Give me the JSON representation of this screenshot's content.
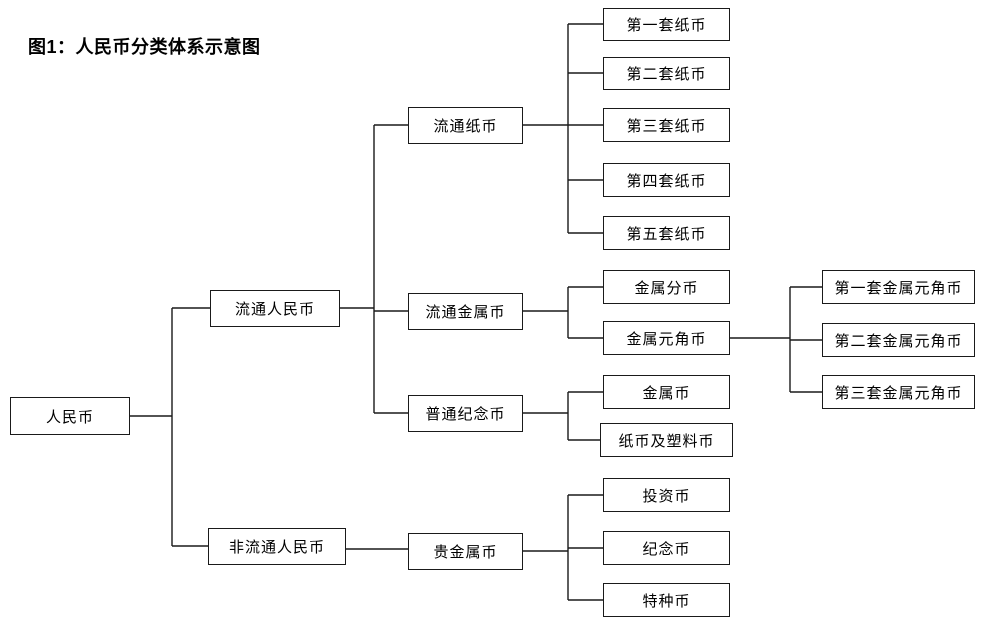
{
  "title": "图1：人民币分类体系示意图",
  "diagram": {
    "root": "人民币",
    "level2": {
      "circulating": "流通人民币",
      "non_circulating": "非流通人民币"
    },
    "level3": {
      "circulating_paper": "流通纸币",
      "circulating_metal": "流通金属币",
      "ordinary_commemorative": "普通纪念币",
      "precious_metal": "贵金属币"
    },
    "level4": {
      "paper_set_1": "第一套纸币",
      "paper_set_2": "第二套纸币",
      "paper_set_3": "第三套纸币",
      "paper_set_4": "第四套纸币",
      "paper_set_5": "第五套纸币",
      "metal_fen": "金属分币",
      "metal_yuan_jiao": "金属元角币",
      "metal_coin": "金属币",
      "paper_and_plastic": "纸币及塑料币",
      "investment": "投资币",
      "commemorative": "纪念币",
      "special": "特种币"
    },
    "level5": {
      "yuan_jiao_set_1": "第一套金属元角币",
      "yuan_jiao_set_2": "第二套金属元角币",
      "yuan_jiao_set_3": "第三套金属元角币"
    }
  }
}
